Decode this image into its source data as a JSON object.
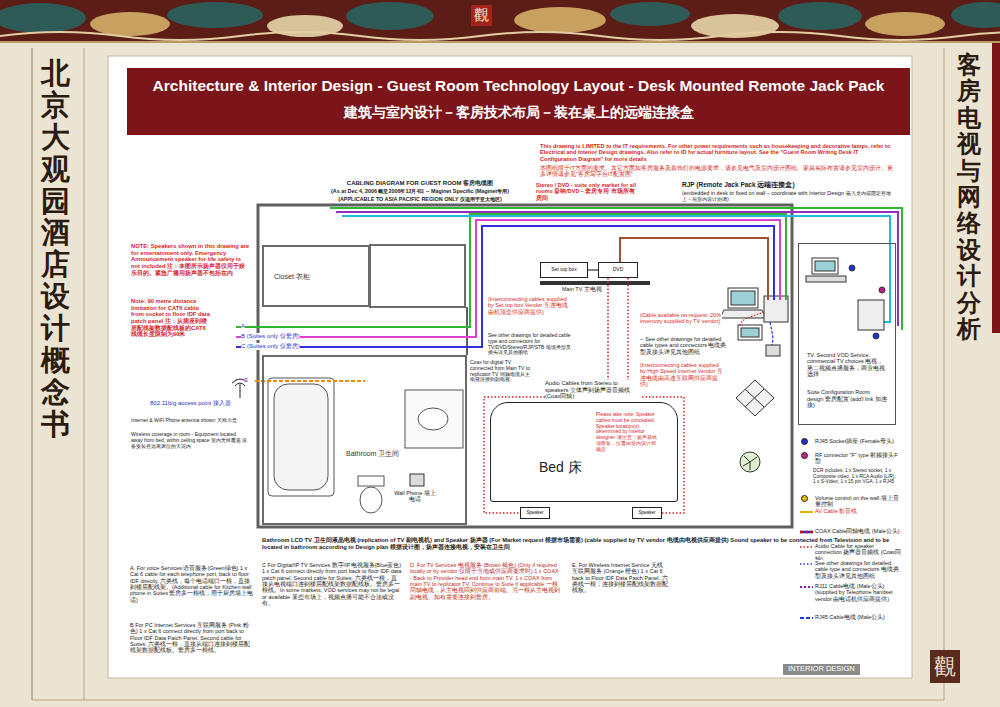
{
  "diagram": {
    "title": "Architecture & Interior Design - Guest Room Technology Layout - Desk Mounted Remote Jack Pack",
    "nodes": [
      {
        "text": [
          "Closet 衣柜"
        ]
      },
      {
        "text": [
          "Bathroom 卫生间"
        ]
      },
      {
        "text": [
          "Set top box"
        ]
      },
      {
        "text": [
          "DVD"
        ]
      },
      {
        "text": [
          "Bed 床"
        ]
      },
      {
        "text": [
          "Speaker"
        ]
      },
      {
        "text": [
          "Speaker"
        ]
      },
      {
        "text": [
          "TV. Second VOD Service, commercial TV choices 电视，第二视频点播服务，商业电视选择",
          "Suite Configuration Room design 套房配置 (add'l link 加连接)"
        ]
      }
    ],
    "edges": [
      {
        "from": 2,
        "to": 3,
        "arrow": "none"
      },
      {
        "from": 3,
        "to": 5,
        "arrow": "none"
      },
      {
        "from": 3,
        "to": 6,
        "arrow": "none"
      }
    ],
    "labels": [
      "建筑与室内设计－客房技术布局－装在桌上的远端连接盒",
      "北京大观园酒店设计概念书",
      "客房电视与网络设计分析",
      "觀",
      "觀",
      "INTERIOR DESIGN",
      "This drawing is LIMITED to the IT requirements. For other power requirements such as housekeeping and decorative lamps, refer to Electrical and Interior Design drawings. Also refer to ID for actual furniture layout. See the \"Guest Room Writing Desk IT Configuration Diagram\" for more details",
      "本图纸限于IT方面的要求。其它方面如客房服务及装饰灯的电源要求，请参见电气及室内设计图纸。家具实际布置请参见室内设计。更多详情请参见\"客房写字台IT配置图\"",
      "CABLING DIAGRAM FOR GUEST ROOM 客房电缆图",
      "(As at Dec 4, 2006 截至2006年12月4日 -- Maginet Specific (Maginet专用)",
      "(APPLICABLE TO ASIA PACIFIC REGION ONLY 仅适用于亚太地区)",
      "Stereo / DVD - suite only market for all rooms 音响/DVD－套房专用 市场所有房间",
      "RJP (Remote Jack Pack 远端连接盒)",
      "(embedded in desk or fixed on wall – coordinate with Interior Design 嵌入桌内或固定在墙上－与室内设计协调)",
      "NOTE: Speakers shown in this drawing are for entertainment only. Emergency Announcement speaker for life safety is not included 注：本图所示扬声器仅用于娱乐目的。紧急广播用扬声器不包括在内",
      "Note: 90 metre distance limitation for CAT6 cable from socket to floor IDF data patch panel 注：从插座到楼层配线架数据配线板的CAT6线缆长度限制为90米",
      "A",
      "B (Suites only 仅套房)",
      "C (Suites only 仅套房)",
      "E",
      "802.11b/g access point 接入器",
      "Internet & WiFi Phone antenna shown 天线示意",
      "Wireless coverage in room - Equipment located away from bed, within ceiling space 室内无线覆盖 设备安装在远离床位的天花内",
      "(Interconnecting cables supplied by Set top box Vendor 互连电缆由机顶盒供应商提供)",
      "See other drawings for detailed cable type and connectors for TV/DVD/Stereo/RJP/STB 电缆类型及接头详见其他图纸",
      "Main TV 主电视",
      "(Cable available on request: 20% inventory supplied by TV vendor)",
      "-- See other drawings for detailed cable types and connectors 电缆类型及接头详见其他图纸",
      "(Interconnecting cables supplied by High Speed Internet Vendor 互连电缆由高速互联网供应商提供)",
      "Audio Cables from Stereo to speakers 立体声到扬声器音频线 (Coax同轴)",
      "Please take note: Speaker cables must be concealed. Speaker location(s) determined by Interior designer 请注意：扬声器线须暗装，位置由室内设计师确定",
      "Coax for digital TV connected from Main TV to replicator TV 同轴电缆从主电视连接到副电视",
      "Wall Phone 墙上电话",
      "Bathroom LCD TV 卫生间液晶电视 (replication of TV 副电视机) and Speaker 扬声器 (For Market request 根据市场需要) (cable supplied by TV vendor 电缆由电视供应商提供) Sound speaker to be connected from Television and to be located in bathroom according to Design plan 根据设计图，扬声器连接电视，安装在卫生间",
      "A. For voice Services 语音服务(Green绿色) 1 x Cat 6 cable for each telephone port, back to floor IDF directly. 六类线，每个电话端口一根，直接到楼层配线架。(Additional cable for Kitchen wall phone in Suites 套房多一根线，用于厨房墙上电话)",
      "B For PC Internet Services 互联网服务 (Pink 粉色) 1 x Cat 6 connect directly from port back to Floor IDF Data Patch Panel. Second cable for Suites. 六类线一根，直接从端口连接到楼层配线架数据配线板。套房多一根线。",
      "C For Digital/IP TV Services 数字/IP电视服务(Blue蓝色) 1 x Cat 6 connect directly from port back to floor IDF data patch panel. Second cable for Suites. 六类线一根，直接从电视端口连到楼层配线架数据配线板。套房多一根线。In some markets, VOD services may not be legal or available 某些市场上，视频点播可能不合法或没有。",
      "D. For TV Services 电视服务 (Brown 褐色) (Only if required locally or by vendor 仅限于当地或供应商要求时) 1 x COAX - Back to Provider head end from main TV. 1 x COAX from main TV to replicator TV. Continue to Suite if applicable 一根同轴电缆，从主电视回到供应商前端。另一根从主电视到副电视。如有需要连接到套房。",
      "E. For Wireless Internet Service 无线互联网服务 (Orange 橙色) 1 x Cat 6 back to Floor IDF Data Patch Panel. 六类线一根，连接到楼层配线架数据配线板。",
      "DCR includes: 1 x Stereo socket, 1 x Composite video, 1 x RCA Audio (L/R), 1 x S-Video, 1 x 15 pin VGA, 1 x RJ45"
    ],
    "legend": [
      {
        "text": "RJ45 Socket插座 (Female母头)",
        "color": "#1f30d0"
      },
      {
        "text": "RF connector \"F\" type 射频接头F型",
        "color": "#c0208a"
      },
      {
        "text": "Volume control on the wall 墙上音量控制",
        "color": "#e8c000"
      },
      {
        "text": "AV Cable 影音线"
      },
      {
        "text": "COAX Cable同轴电缆 (Male公头)"
      },
      {
        "text": "Audio Cable for speaker connection 扬声器音频线 (Coax同轴)"
      },
      {
        "text": "See other drawings for detailed cable type and connectors 电缆类型及接头详见其他图纸"
      },
      {
        "text": "RJ11 Cable电缆 (Male公头) (supplied by Telephone handset vendor 由电话机供应商提供)"
      },
      {
        "text": "RJ45 Cable电缆 (Male公头)"
      }
    ]
  }
}
